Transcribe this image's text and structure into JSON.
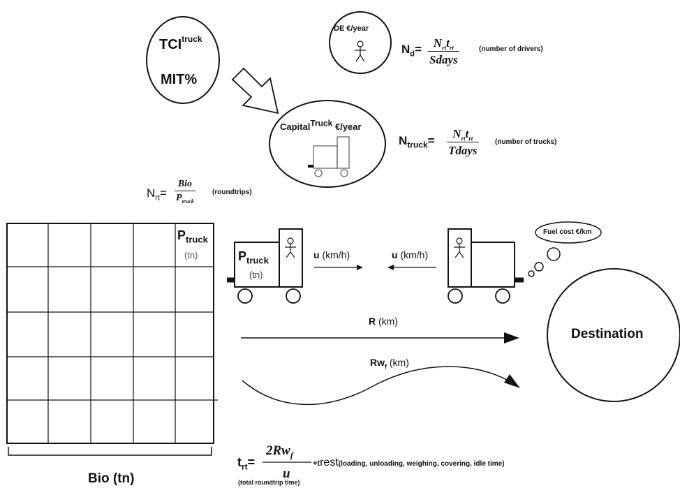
{
  "top": {
    "tci": "TCI",
    "tci_sup": "truck",
    "mit": "MIT%",
    "de": "DE €/year",
    "nd_lhs": "N",
    "nd_lhs_sub": "d",
    "nd_num": "N",
    "nd_num_sub": "rt",
    "nd_num2": "t",
    "nd_num2_sub": "rt",
    "nd_den": "Sdays",
    "nd_note": "(number of drivers)",
    "capital": "Capital",
    "capital_sup": "Truck",
    "capital_unit": " €/year",
    "ntruck_lhs": "N",
    "ntruck_lhs_sub": "truck",
    "ntruck_den": "Tdays",
    "ntruck_note": "(number of trucks)",
    "nrt_lhs": "N",
    "nrt_lhs_sub": "rt",
    "nrt_num": "Bio",
    "nrt_den": "P",
    "nrt_den_sub": "truck",
    "nrt_note": "(roundtrips)"
  },
  "middle": {
    "grid_p": "P",
    "grid_p_sub": "truck",
    "grid_tn": "(tn)",
    "truck_p": "P",
    "truck_p_sub": "truck",
    "truck_tn": "(tn)",
    "u_right": "u",
    "u_right_unit": " (km/h)",
    "u_left": "u",
    "u_left_unit": " (km/h)",
    "fuel": "Fuel cost €/km",
    "r": "R",
    "r_unit": " (km)",
    "rw": "Rw",
    "rw_sub": "f",
    "rw_unit": " (km)",
    "destination": "Destination"
  },
  "bottom": {
    "trt_lhs": "t",
    "trt_lhs_sub": "rt",
    "trt_eq": "=",
    "trt_num": "2Rw",
    "trt_num_sub": "f",
    "trt_den": "u",
    "trt_plus": "+t",
    "trt_rest": "rest",
    "trt_note": "(loading, unloading, weighing, covering, idle time)",
    "total_note": "(total roundtrip time)",
    "bio": "Bio (tn)"
  }
}
